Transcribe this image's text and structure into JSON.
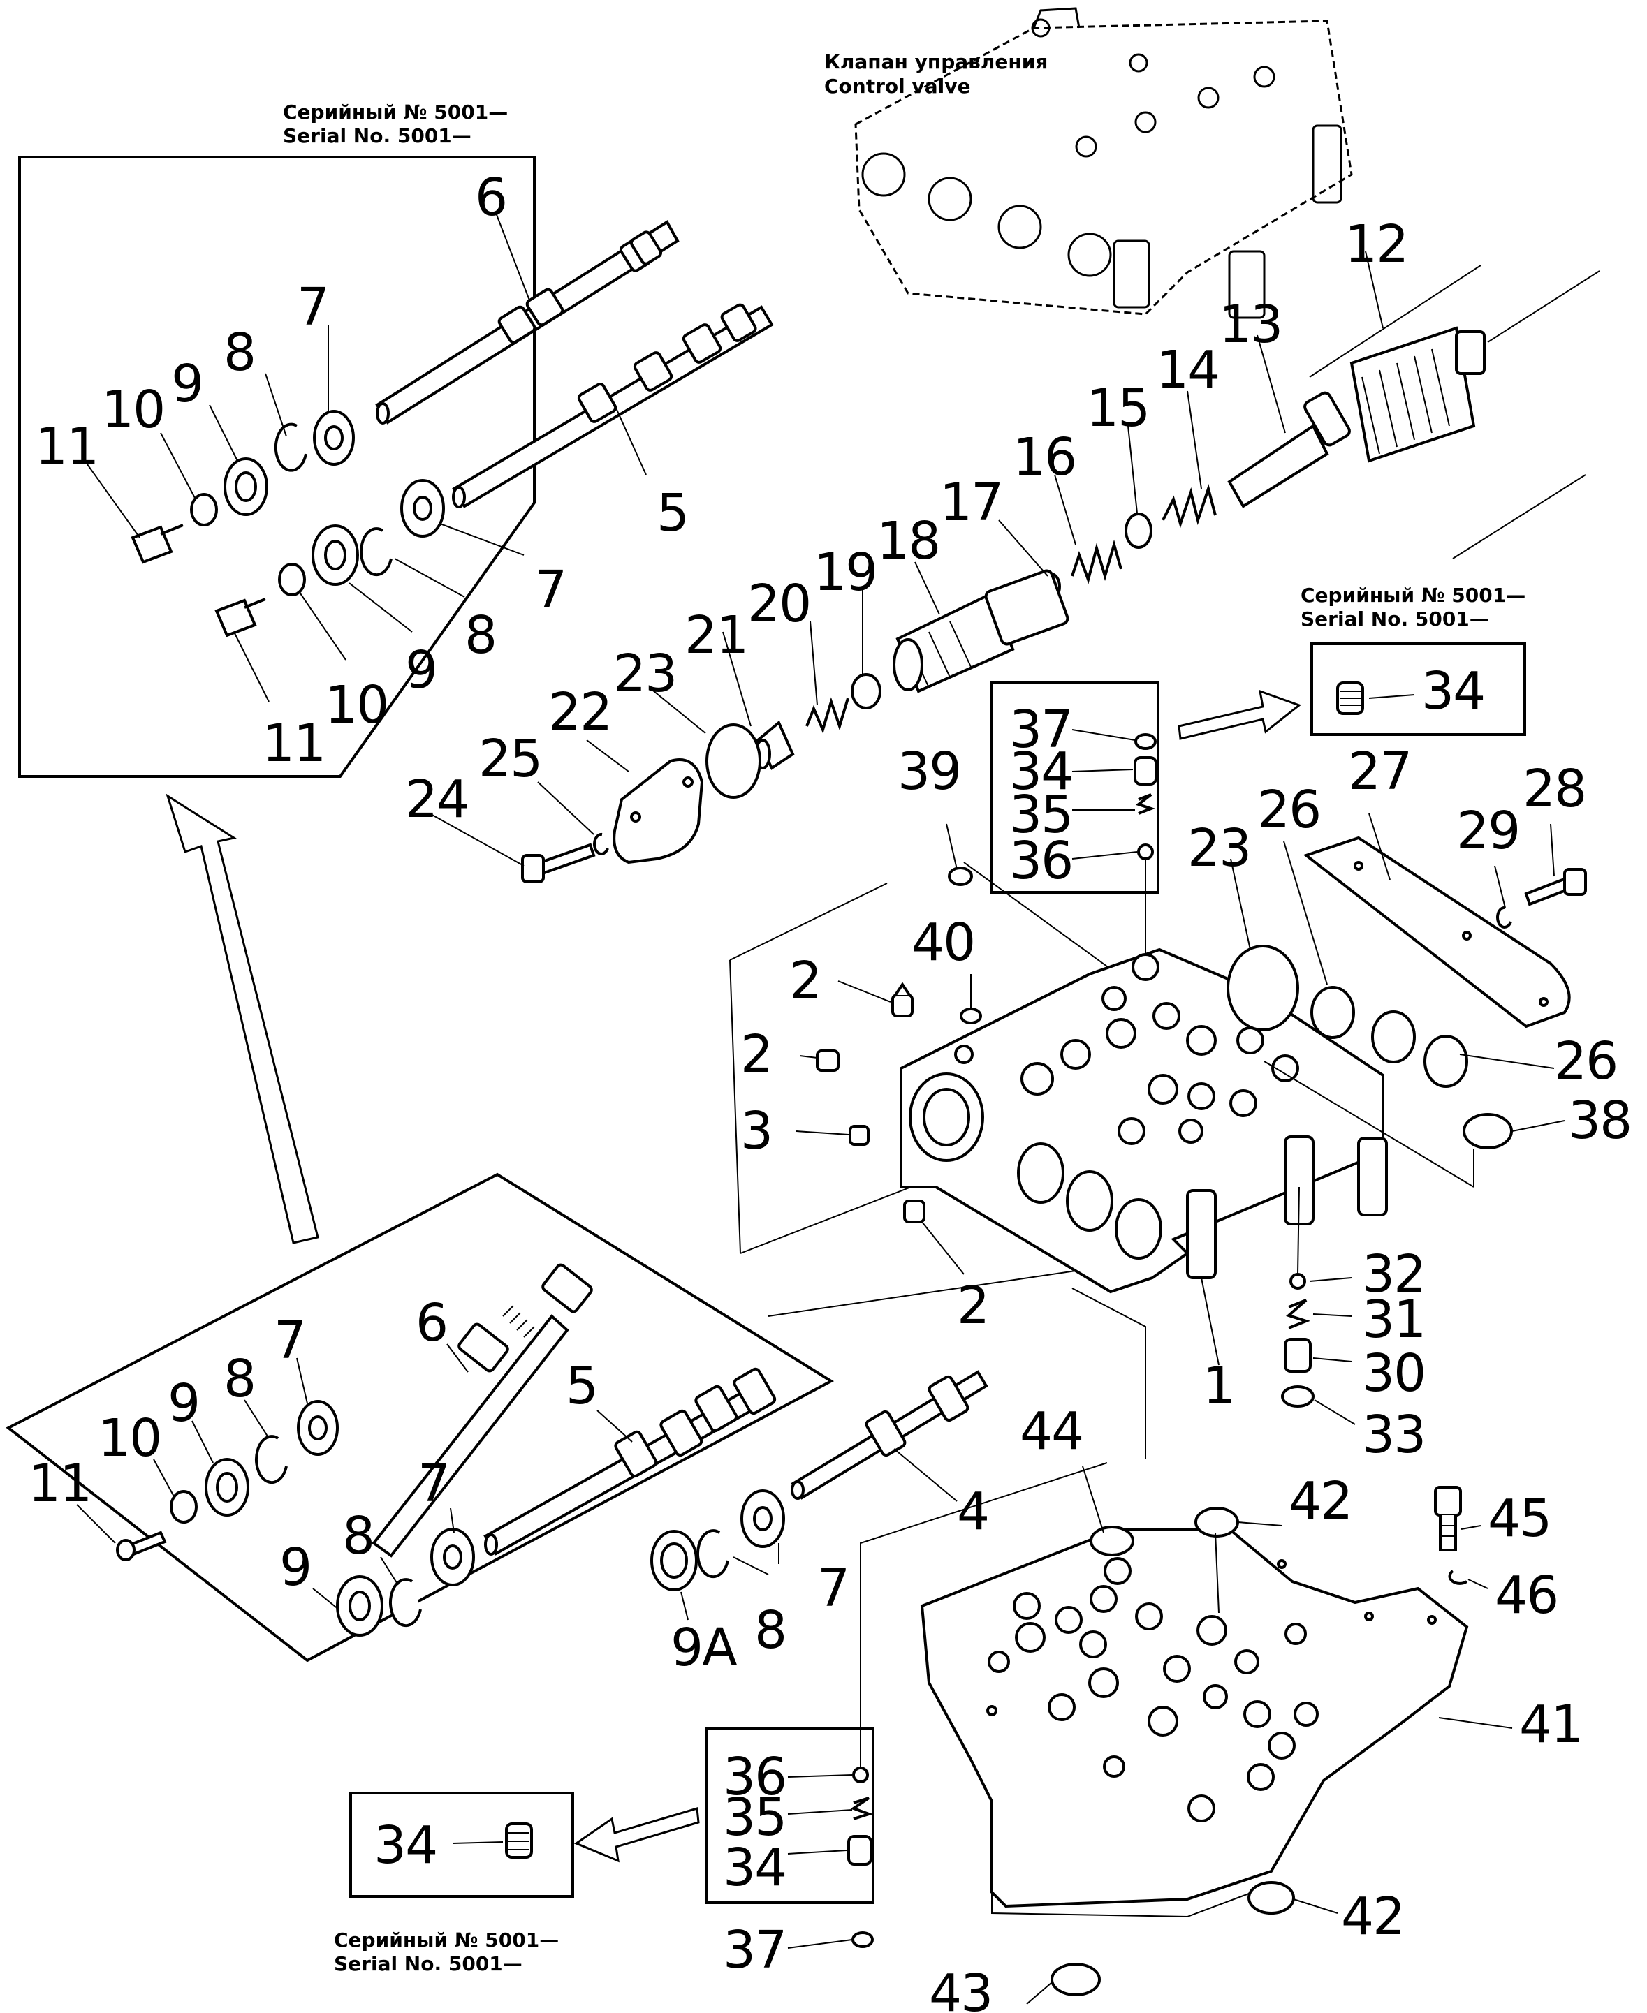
{
  "serial_notes": {
    "top_left_ru": "Серийный № 5001—",
    "top_left_en": "Serial No. 5001—",
    "right_ru": "Серийный № 5001—",
    "right_en": "Serial No. 5001—",
    "bottom_ru": "Серийный № 5001—",
    "bottom_en": "Serial No. 5001—"
  },
  "control_valve": {
    "label_ru": "Клапан управления",
    "label_en": "Control valve"
  },
  "callouts": {
    "top_box": [
      "6",
      "7",
      "8",
      "9",
      "10",
      "11",
      "5",
      "7",
      "8",
      "9",
      "10",
      "11"
    ],
    "spool_row": [
      "12",
      "13",
      "14",
      "15",
      "16",
      "17",
      "18",
      "19",
      "20",
      "21",
      "22",
      "23",
      "24",
      "25"
    ],
    "upper_inset": [
      "37",
      "34",
      "35",
      "36",
      "34"
    ],
    "body": [
      "39",
      "40",
      "2",
      "2",
      "3",
      "2",
      "1",
      "23",
      "26",
      "27",
      "28",
      "29",
      "26",
      "38",
      "32",
      "31",
      "30",
      "33"
    ],
    "bottom_box": [
      "6",
      "7",
      "8",
      "9",
      "10",
      "11",
      "5",
      "7",
      "8",
      "9",
      "4",
      "7",
      "8",
      "9A"
    ],
    "plate": [
      "44",
      "42",
      "45",
      "46",
      "41",
      "42",
      "43"
    ],
    "lower_inset": [
      "36",
      "35",
      "34",
      "34",
      "37"
    ]
  }
}
